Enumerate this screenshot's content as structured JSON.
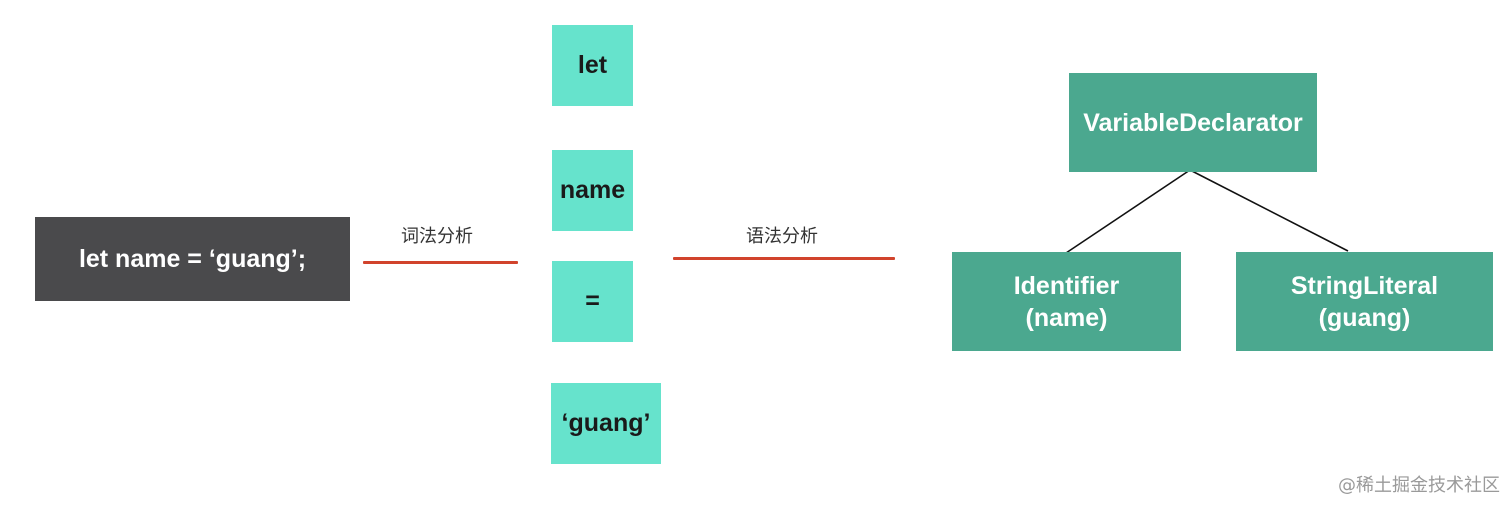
{
  "source_code": "let name = ‘guang’;",
  "stages": {
    "lexical": "词法分析",
    "syntax": "语法分析"
  },
  "tokens": [
    "let",
    "name",
    "=",
    "‘guang’"
  ],
  "ast": {
    "root": "VariableDeclarator",
    "children": [
      {
        "line1": "Identifier",
        "line2": "(name)"
      },
      {
        "line1": "StringLiteral",
        "line2": "(guang)"
      }
    ]
  },
  "watermark": "@稀土掘金技术社区",
  "colors": {
    "source_bg": "#4a4a4c",
    "token_bg": "#66e3cc",
    "node_bg": "#4ba88f",
    "arrow": "#d1432c"
  }
}
